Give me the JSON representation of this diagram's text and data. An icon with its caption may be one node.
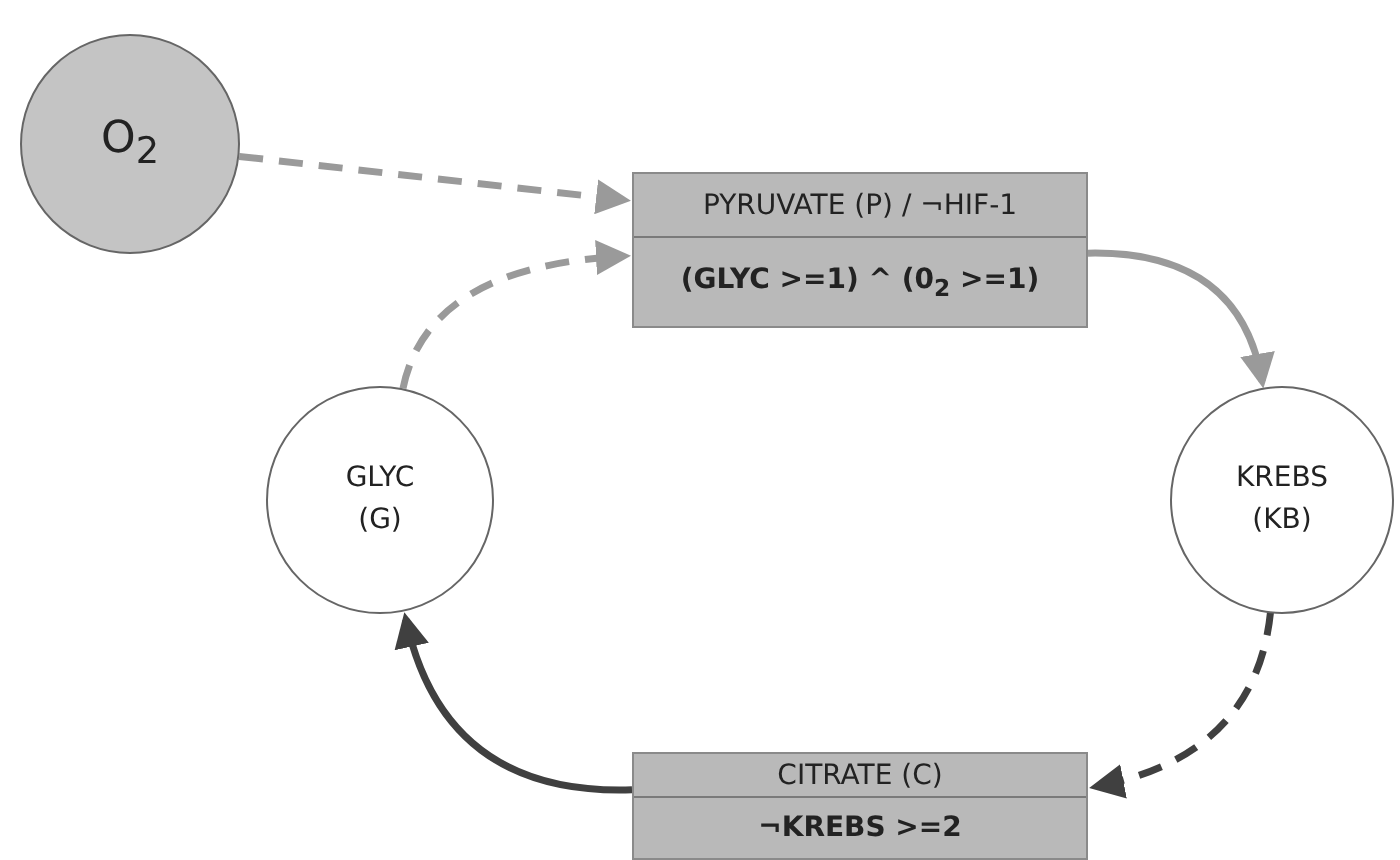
{
  "diagram": {
    "nodes": [
      {
        "text": [
          "O$_{2}$"
        ]
      },
      {
        "text": [
          "PYRUVATE (P) / ¬HIF-1",
          "(GLYC >=1) ^ (0$_{2}$ >=1)"
        ]
      },
      {
        "text": [
          "GLYC (G)"
        ]
      },
      {
        "text": [
          "KREBS (KB)"
        ]
      },
      {
        "text": [
          "CITRATE (C)",
          "¬KREBS >=2"
        ]
      }
    ],
    "edges": [
      {
        "from": 0,
        "to": 1,
        "arrow": "to",
        "style": "dashed"
      },
      {
        "from": 2,
        "to": 1,
        "arrow": "to",
        "style": "dashed"
      },
      {
        "from": 1,
        "to": 3,
        "arrow": "to"
      },
      {
        "from": 3,
        "to": 4,
        "arrow": "to",
        "style": "dashed",
        "color": "#404040"
      },
      {
        "from": 4,
        "to": 2,
        "arrow": "to",
        "color": "#404040"
      }
    ]
  }
}
